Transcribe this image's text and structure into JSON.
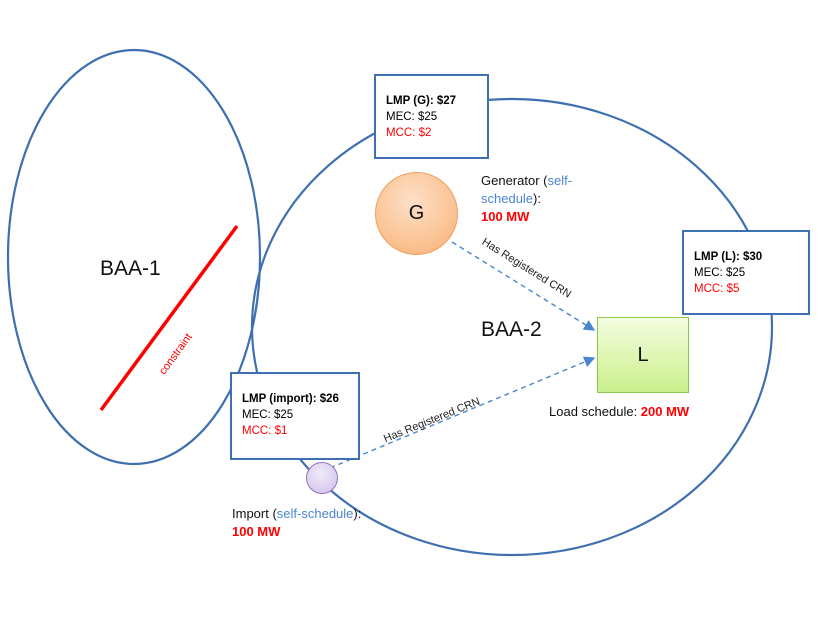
{
  "regions": {
    "baa1": {
      "label": "BAA-1"
    },
    "baa2": {
      "label": "BAA-2"
    }
  },
  "constraint": {
    "label": "constraint",
    "color": "#ff0000"
  },
  "nodes": {
    "generator": {
      "symbol": "G"
    },
    "load": {
      "symbol": "L"
    },
    "import": {
      "symbol": ""
    }
  },
  "price_boxes": {
    "generator": {
      "lmp": "LMP (G): $27",
      "mec": "MEC: $25",
      "mcc": "MCC: $2"
    },
    "load": {
      "lmp": "LMP (L): $30",
      "mec": "MEC: $25",
      "mcc": "MCC: $5"
    },
    "import": {
      "lmp": "LMP (import): $26",
      "mec": "MEC: $25",
      "mcc": "MCC: $1"
    }
  },
  "notes": {
    "generator": {
      "prefix": "Generator (",
      "keyword": "self-schedule",
      "suffix": "):",
      "amount": "100 MW"
    },
    "load": {
      "prefix": "Load schedule: ",
      "amount": "200 MW"
    },
    "import": {
      "prefix": "Import (",
      "keyword": "self-schedule",
      "suffix": "): ",
      "amount": "100 MW"
    }
  },
  "connections": [
    {
      "from": "generator",
      "to": "load",
      "label": "Has Registered CRN"
    },
    {
      "from": "import",
      "to": "load",
      "label": "Has Registered CRN"
    }
  ],
  "colors": {
    "outline": "#3e6fb0",
    "arrow": "#4a86d0",
    "keyword": "#4a86d0",
    "amount": "#ff0000",
    "mcc": "#ff0000"
  }
}
